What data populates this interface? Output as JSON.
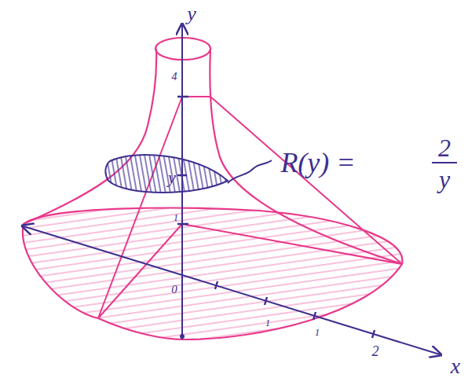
{
  "diagram": {
    "labels": [
      "y",
      "4",
      "y",
      "1",
      "0",
      "1",
      "1",
      "2",
      "x",
      "R(y) =",
      "2",
      "y"
    ]
  }
}
